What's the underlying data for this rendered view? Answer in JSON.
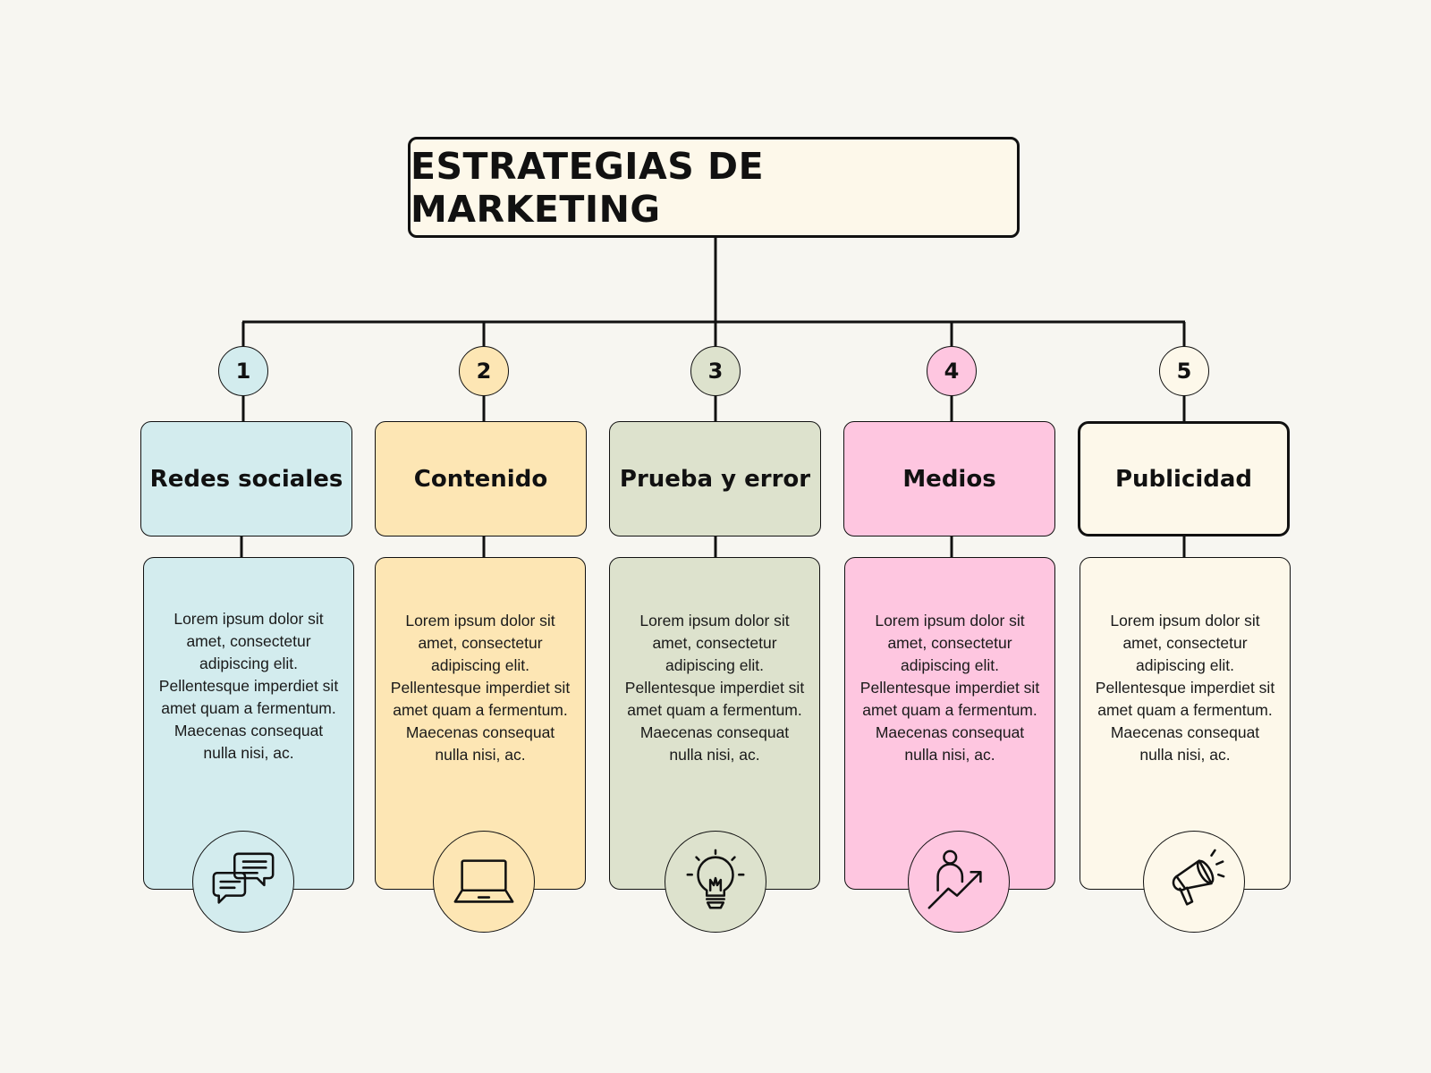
{
  "title": "ESTRATEGIAS DE MARKETING",
  "strategies": [
    {
      "number": "1",
      "label": "Redes sociales",
      "color": "#d3ecee",
      "icon": "chat-bubbles-icon",
      "text": "Lorem ipsum dolor sit amet, consectetur adipiscing elit. Pellentesque imperdiet sit amet quam a fermentum. Maecenas consequat nulla nisi, ac."
    },
    {
      "number": "2",
      "label": "Contenido",
      "color": "#fde6b4",
      "icon": "laptop-icon",
      "text": "Lorem ipsum dolor sit amet, consectetur adipiscing elit. Pellentesque imperdiet sit amet quam a fermentum. Maecenas consequat nulla nisi, ac."
    },
    {
      "number": "3",
      "label": "Prueba y error",
      "color": "#dde2cd",
      "icon": "lightbulb-icon",
      "text": "Lorem ipsum dolor sit amet, consectetur adipiscing elit. Pellentesque imperdiet sit amet quam a fermentum. Maecenas consequat nulla nisi, ac."
    },
    {
      "number": "4",
      "label": "Medios",
      "color": "#fec6e0",
      "icon": "person-growth-icon",
      "text": "Lorem ipsum dolor sit amet, consectetur adipiscing elit. Pellentesque imperdiet sit amet quam a fermentum. Maecenas consequat nulla nisi, ac."
    },
    {
      "number": "5",
      "label": "Publicidad",
      "color": "#fdf8ea",
      "icon": "megaphone-icon",
      "text": "Lorem ipsum dolor sit amet, consectetur adipiscing elit. Pellentesque imperdiet sit amet quam a fermentum. Maecenas consequat nulla nisi, ac."
    }
  ]
}
